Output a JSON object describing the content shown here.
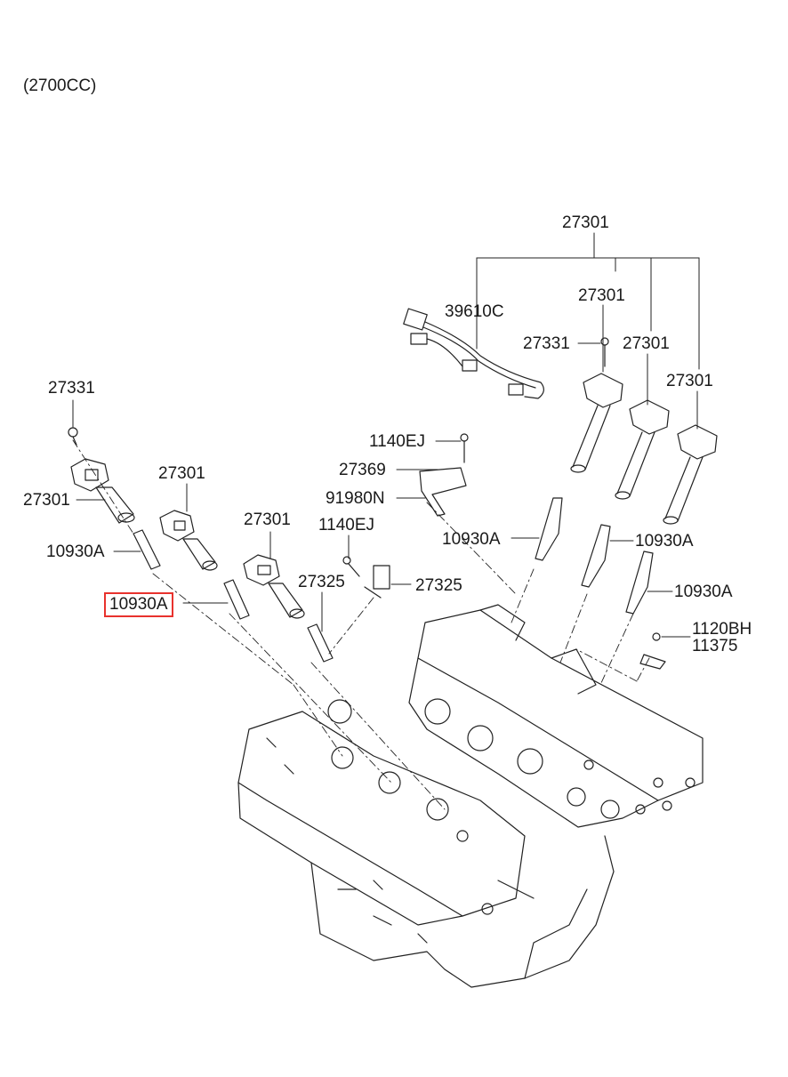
{
  "header": {
    "engine_note": "(2700CC)"
  },
  "colors": {
    "line": "#222222",
    "highlight": "#e8322d",
    "background": "#ffffff"
  },
  "callouts": [
    {
      "id": "c1",
      "label": "27301",
      "highlighted": false
    },
    {
      "id": "c2",
      "label": "27301",
      "highlighted": false
    },
    {
      "id": "c3",
      "label": "39610C",
      "highlighted": false
    },
    {
      "id": "c4",
      "label": "27331",
      "highlighted": false
    },
    {
      "id": "c5",
      "label": "27301",
      "highlighted": false
    },
    {
      "id": "c6",
      "label": "27301",
      "highlighted": false
    },
    {
      "id": "c7",
      "label": "27331",
      "highlighted": false
    },
    {
      "id": "c8",
      "label": "1140EJ",
      "highlighted": false
    },
    {
      "id": "c9",
      "label": "27369",
      "highlighted": false
    },
    {
      "id": "c10",
      "label": "91980N",
      "highlighted": false
    },
    {
      "id": "c11",
      "label": "27301",
      "highlighted": false
    },
    {
      "id": "c12",
      "label": "27301",
      "highlighted": false
    },
    {
      "id": "c13",
      "label": "27301",
      "highlighted": false
    },
    {
      "id": "c14",
      "label": "1140EJ",
      "highlighted": false
    },
    {
      "id": "c15",
      "label": "10930A",
      "highlighted": false
    },
    {
      "id": "c16",
      "label": "10930A",
      "highlighted": false
    },
    {
      "id": "c17",
      "label": "10930A",
      "highlighted": false
    },
    {
      "id": "c18",
      "label": "27325",
      "highlighted": false
    },
    {
      "id": "c19",
      "label": "27325",
      "highlighted": false
    },
    {
      "id": "c20",
      "label": "10930A",
      "highlighted": false
    },
    {
      "id": "c21",
      "label": "10930A",
      "highlighted": true
    },
    {
      "id": "c22",
      "label": "1120BH",
      "highlighted": false
    },
    {
      "id": "c23",
      "label": "11375",
      "highlighted": false
    }
  ]
}
